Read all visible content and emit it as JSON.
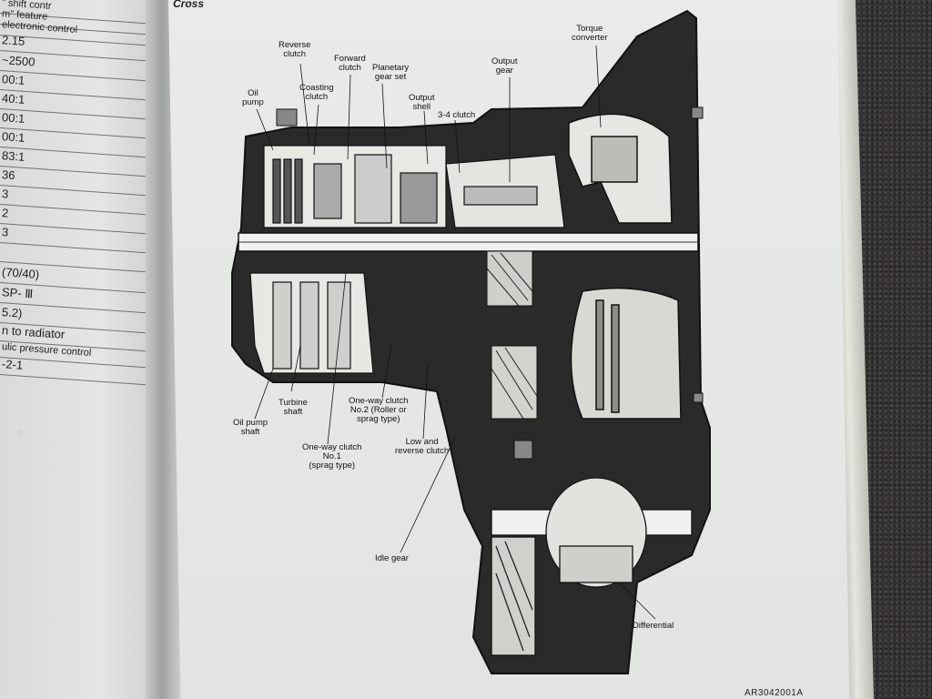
{
  "header": {
    "fragment": "Cross"
  },
  "left_page": {
    "rows": [
      {
        "text": "\" shift contr",
        "size": "small"
      },
      {
        "text": "m\" feature",
        "size": "small"
      },
      {
        "text": "electronic control",
        "size": "small"
      },
      {
        "text": "2.15",
        "size": "normal"
      },
      {
        "text": "~2500",
        "size": "normal"
      },
      {
        "text": "00:1",
        "size": "normal"
      },
      {
        "text": "40:1",
        "size": "normal"
      },
      {
        "text": "00:1",
        "size": "normal"
      },
      {
        "text": "00:1",
        "size": "normal"
      },
      {
        "text": "83:1",
        "size": "normal"
      },
      {
        "text": "36",
        "size": "normal"
      },
      {
        "text": "3",
        "size": "normal"
      },
      {
        "text": "2",
        "size": "normal"
      },
      {
        "text": "3",
        "size": "normal"
      },
      {
        "text": "",
        "size": "normal"
      },
      {
        "text": "(70/40)",
        "size": "normal"
      },
      {
        "text": "SP- Ⅲ",
        "size": "normal"
      },
      {
        "text": "5.2)",
        "size": "normal"
      },
      {
        "text": "n to radiator",
        "size": "normal"
      },
      {
        "text": "ulic pressure control",
        "size": "small"
      },
      {
        "text": "-2-1",
        "size": "normal"
      }
    ]
  },
  "diagram": {
    "labels": {
      "reverse_clutch": "Reverse\nclutch",
      "forward_clutch": "Forward\nclutch",
      "coasting_clutch": "Coasting\nclutch",
      "planetary_gear_set": "Planetary\ngear set",
      "output_gear": "Output\ngear",
      "torque_converter": "Torque\nconverter",
      "oil_pump": "Oil\npump",
      "output_shell": "Output\nshell",
      "clutch_3_4": "3-4 clutch",
      "turbine_shaft": "Turbine\nshaft",
      "oil_pump_shaft": "Oil pump\nshaft",
      "one_way_clutch_2": "One-way clutch\nNo.2 (Roller or\nsprag type)",
      "one_way_clutch_1": "One-way clutch\nNo.1\n(sprag type)",
      "low_reverse_clutch": "Low and\nreverse clutch",
      "idle_gear": "Idle gear",
      "differential": "Differential"
    },
    "figure_code": "AR3042001A"
  }
}
